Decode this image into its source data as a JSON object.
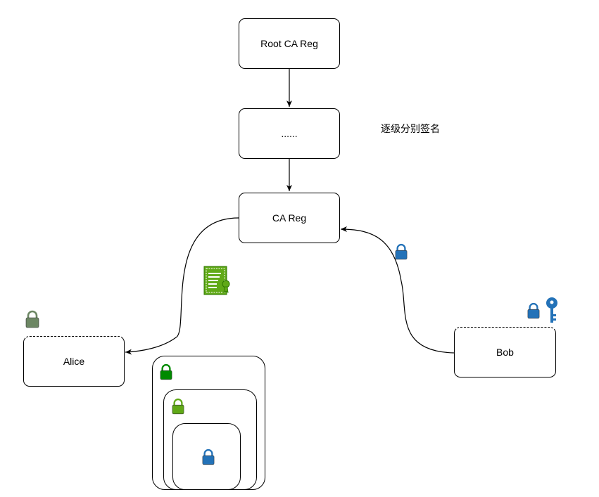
{
  "nodes": {
    "root_ca": {
      "label": "Root CA Reg"
    },
    "intermediate": {
      "label": "......"
    },
    "ca": {
      "label": "CA Reg"
    },
    "alice": {
      "label": "Alice"
    },
    "bob": {
      "label": "Bob"
    }
  },
  "annotation": {
    "text": "逐级分别签名"
  },
  "icons": {
    "alice_lock": {
      "name": "lock-icon",
      "color": "#6d8764"
    },
    "bob_lock": {
      "name": "lock-icon",
      "color": "#2372b8"
    },
    "bob_key": {
      "name": "key-icon",
      "color": "#2372b8"
    },
    "edge_lock": {
      "name": "lock-icon",
      "color": "#2372b8"
    },
    "certificate": {
      "name": "certificate-icon",
      "color": "#60a917"
    },
    "nested_outer_lock": {
      "name": "lock-icon",
      "color": "#008a00"
    },
    "nested_middle_lock": {
      "name": "lock-icon",
      "color": "#60a917"
    },
    "nested_inner_lock": {
      "name": "lock-icon",
      "color": "#2372b8"
    }
  }
}
